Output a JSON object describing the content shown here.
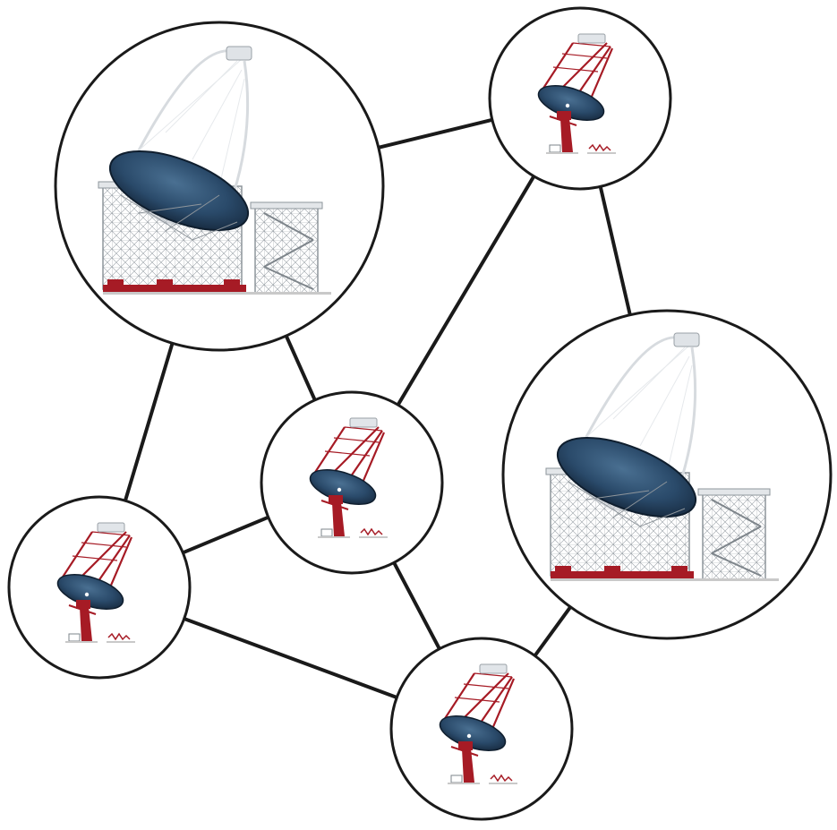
{
  "diagram": {
    "nodes": [
      {
        "id": "lst-1",
        "kind": "large-telescope"
      },
      {
        "id": "mst-1",
        "kind": "medium-telescope"
      },
      {
        "id": "lst-2",
        "kind": "large-telescope"
      },
      {
        "id": "mst-2",
        "kind": "medium-telescope"
      },
      {
        "id": "mst-3",
        "kind": "medium-telescope"
      },
      {
        "id": "mst-4",
        "kind": "medium-telescope"
      }
    ],
    "edges": [
      [
        "lst-1",
        "mst-1"
      ],
      [
        "lst-1",
        "mst-2"
      ],
      [
        "lst-1",
        "mst-3"
      ],
      [
        "mst-1",
        "mst-2"
      ],
      [
        "mst-1",
        "lst-2"
      ],
      [
        "mst-2",
        "mst-3"
      ],
      [
        "mst-2",
        "mst-4"
      ],
      [
        "mst-3",
        "mst-4"
      ],
      [
        "lst-2",
        "mst-4"
      ]
    ],
    "colors": {
      "line": "#1a1a1a",
      "structure": "#a61b25",
      "mirror": "#1f3d5c",
      "frame": "#9aa1a7",
      "ground": "#c9c9c9"
    }
  }
}
